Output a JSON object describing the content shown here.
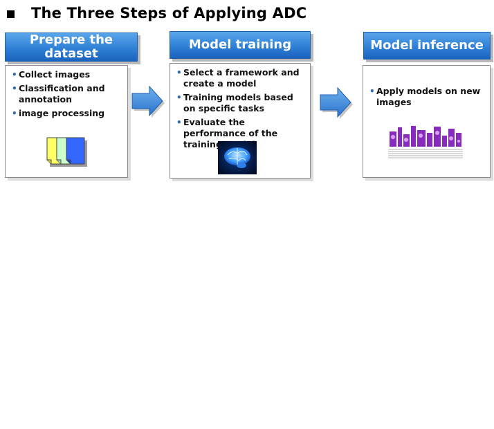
{
  "title": "The Three Steps of Applying ADC",
  "steps": [
    {
      "header": "Prepare the dataset",
      "items": [
        "Collect images",
        "Classification and annotation",
        "image processing"
      ],
      "icon": "documents-icon",
      "colors": [
        "#ffff66",
        "#ccffcc",
        "#3366ff"
      ]
    },
    {
      "header": "Model training",
      "items": [
        "Select a framework and create a model",
        "Training models based on specific tasks",
        "Evaluate the performance of the training model"
      ],
      "icon": "brain-icon"
    },
    {
      "header": "Model inference",
      "items": [
        "Apply models on new images"
      ],
      "icon": "inference-result-icon"
    }
  ],
  "accent_color": "#2f80d6"
}
